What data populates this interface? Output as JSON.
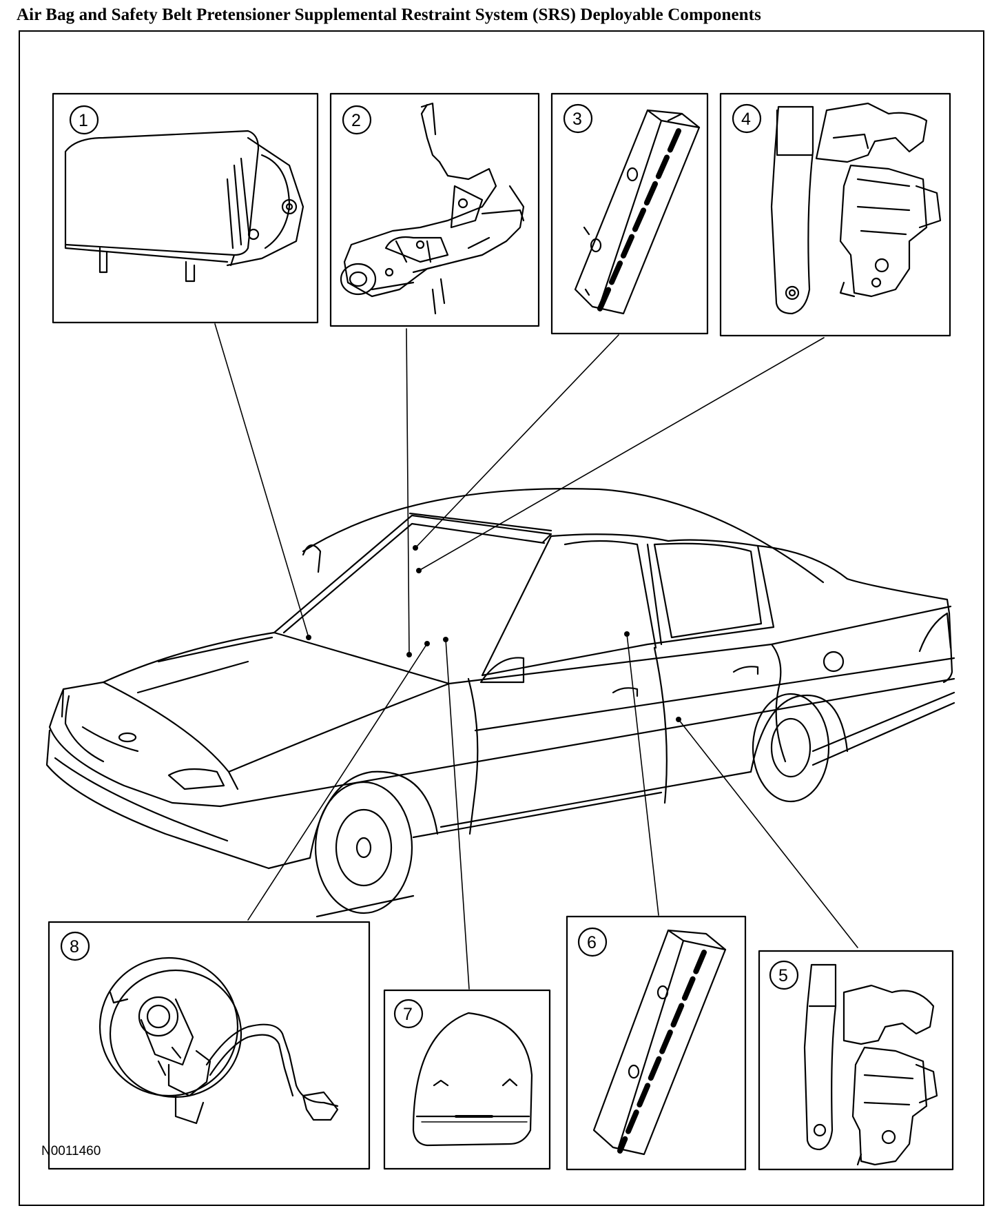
{
  "title": "Air Bag and Safety Belt Pretensioner Supplemental Restraint System (SRS) Deployable Components",
  "figure_id": "N0011460",
  "callouts": [
    "1",
    "2",
    "3",
    "4",
    "5",
    "6",
    "7",
    "8"
  ],
  "colors": {
    "line": "#000000",
    "background": "#ffffff"
  }
}
